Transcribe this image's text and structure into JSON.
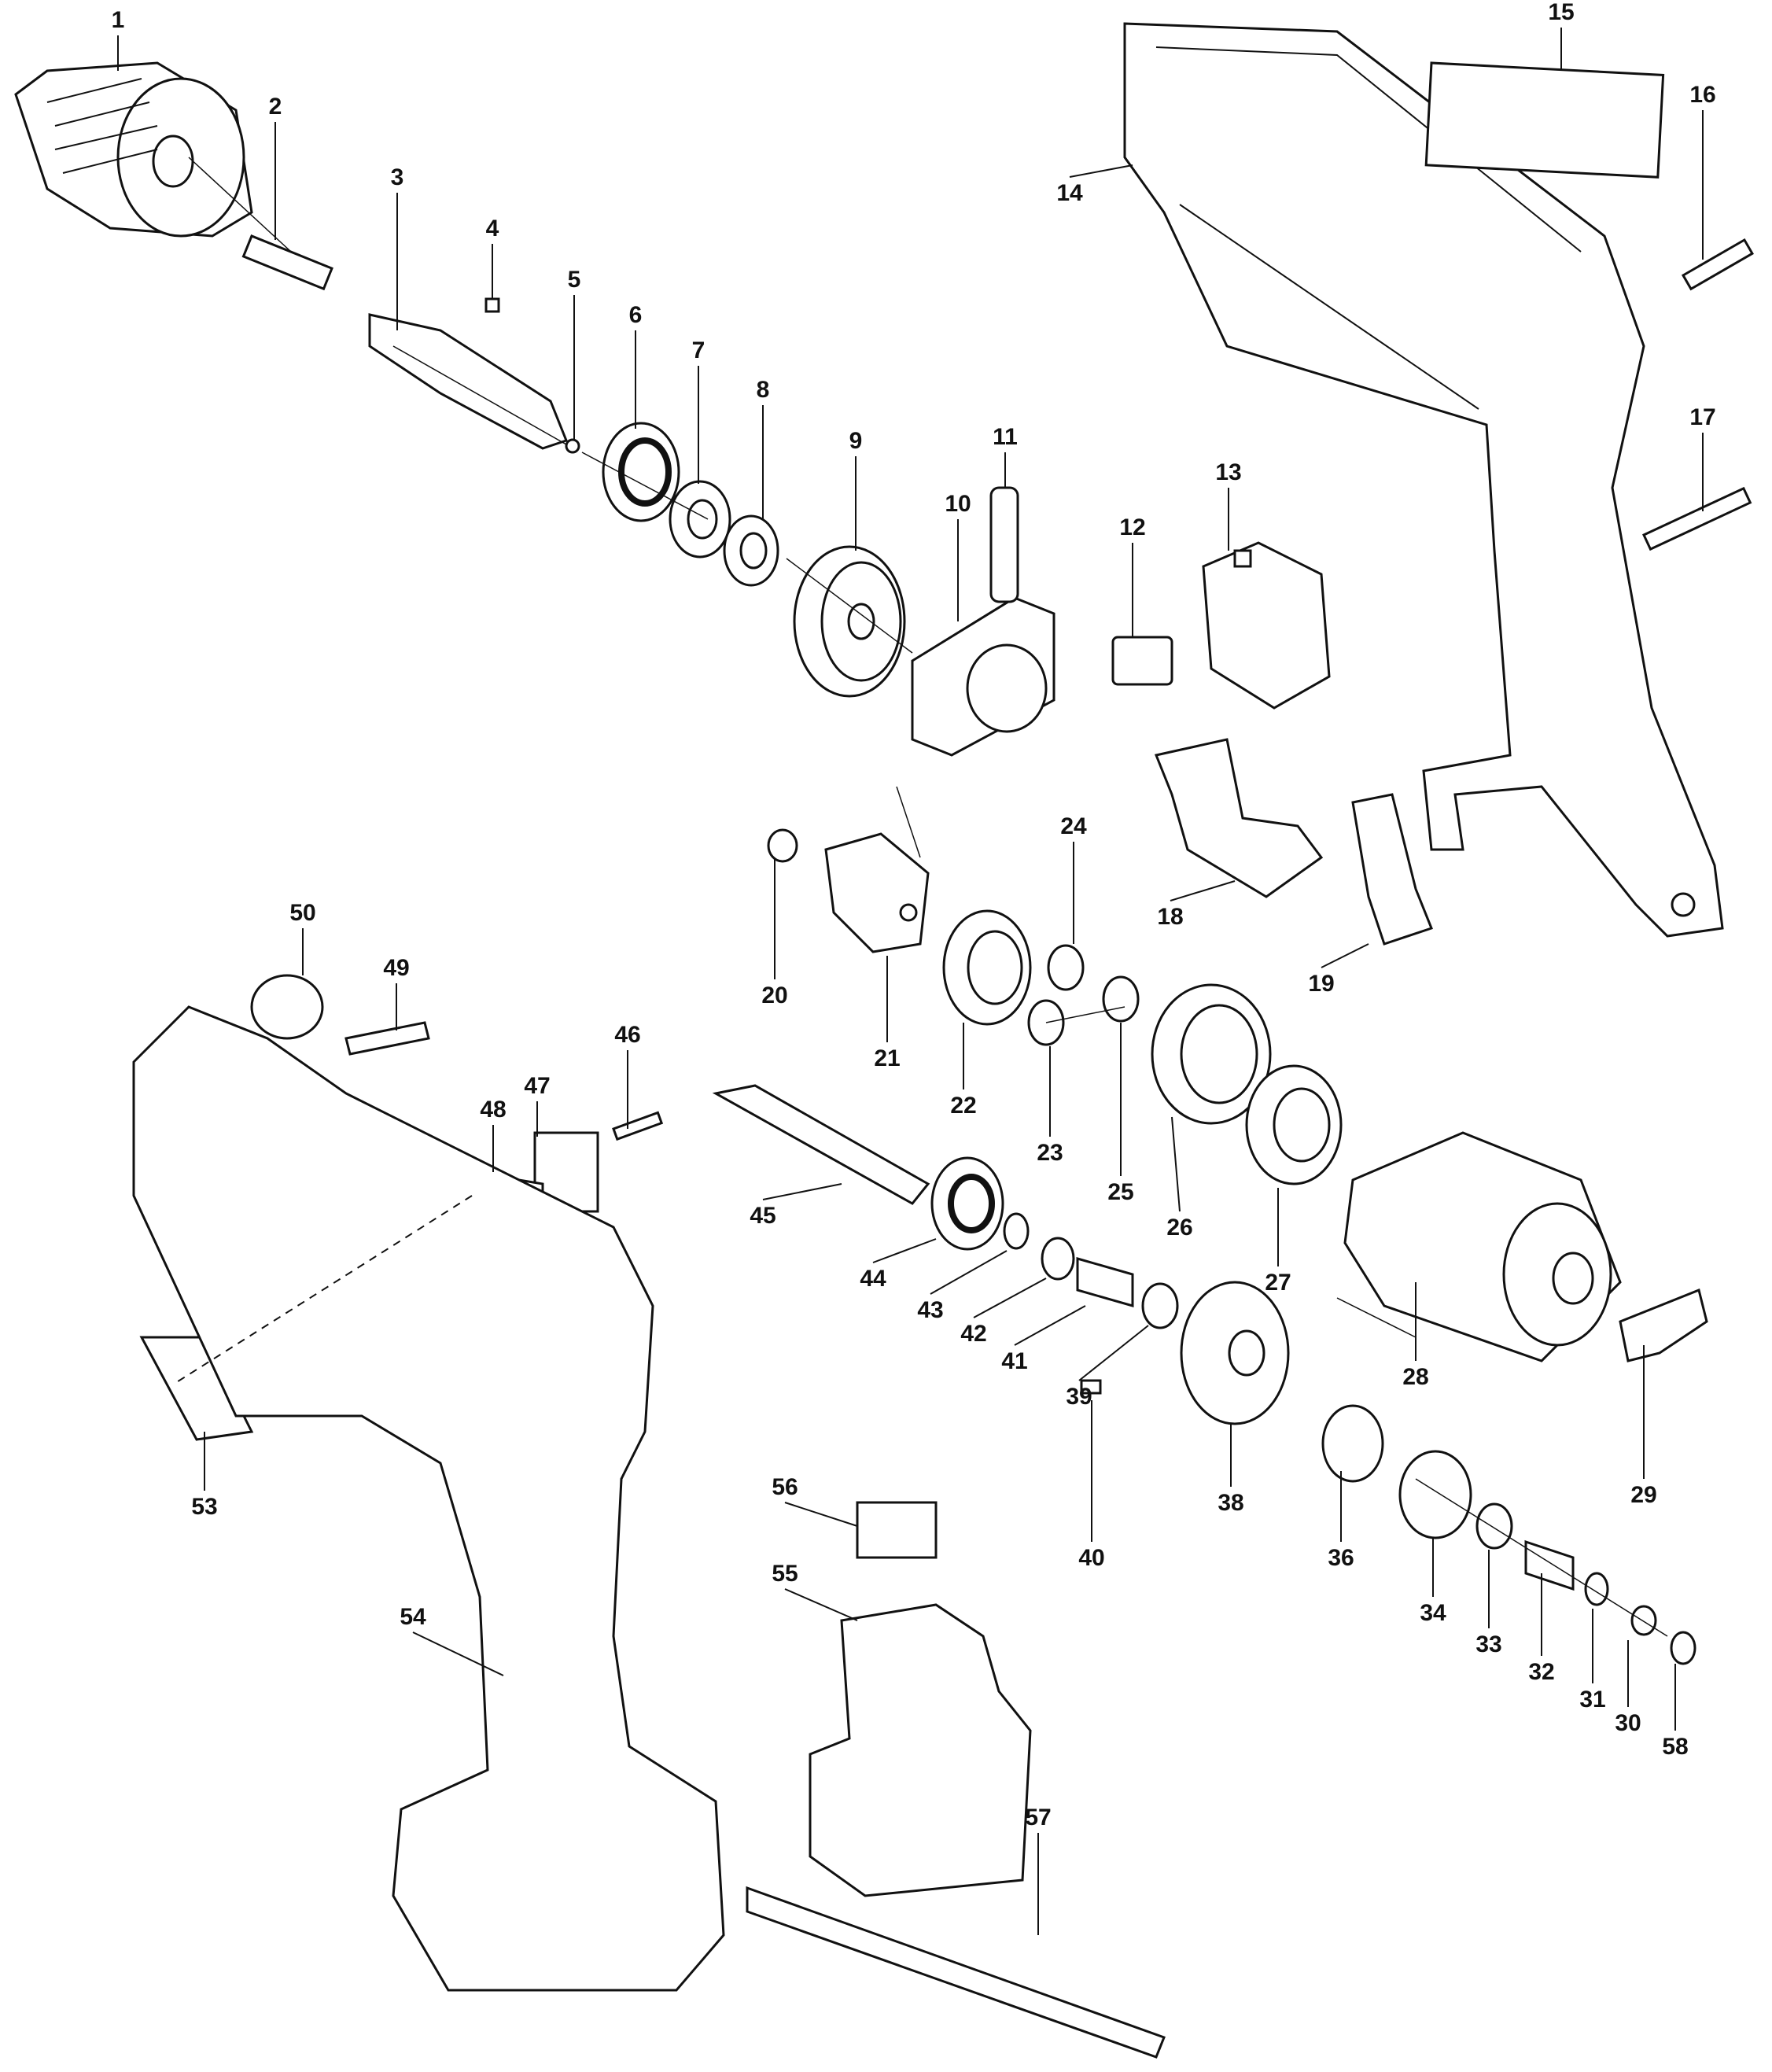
{
  "diagram": {
    "type": "exploded-parts-view",
    "subject": "cordless-drill",
    "callouts": [
      "1",
      "2",
      "3",
      "4",
      "5",
      "6",
      "7",
      "8",
      "9",
      "10",
      "11",
      "12",
      "13",
      "14",
      "15",
      "16",
      "17",
      "18",
      "19",
      "20",
      "21",
      "22",
      "23",
      "24",
      "25",
      "26",
      "27",
      "28",
      "29",
      "30",
      "31",
      "32",
      "33",
      "34",
      "36",
      "38",
      "39",
      "40",
      "41",
      "42",
      "43",
      "44",
      "45",
      "46",
      "47",
      "48",
      "49",
      "50",
      "53",
      "54",
      "55",
      "56",
      "57",
      "58"
    ]
  }
}
